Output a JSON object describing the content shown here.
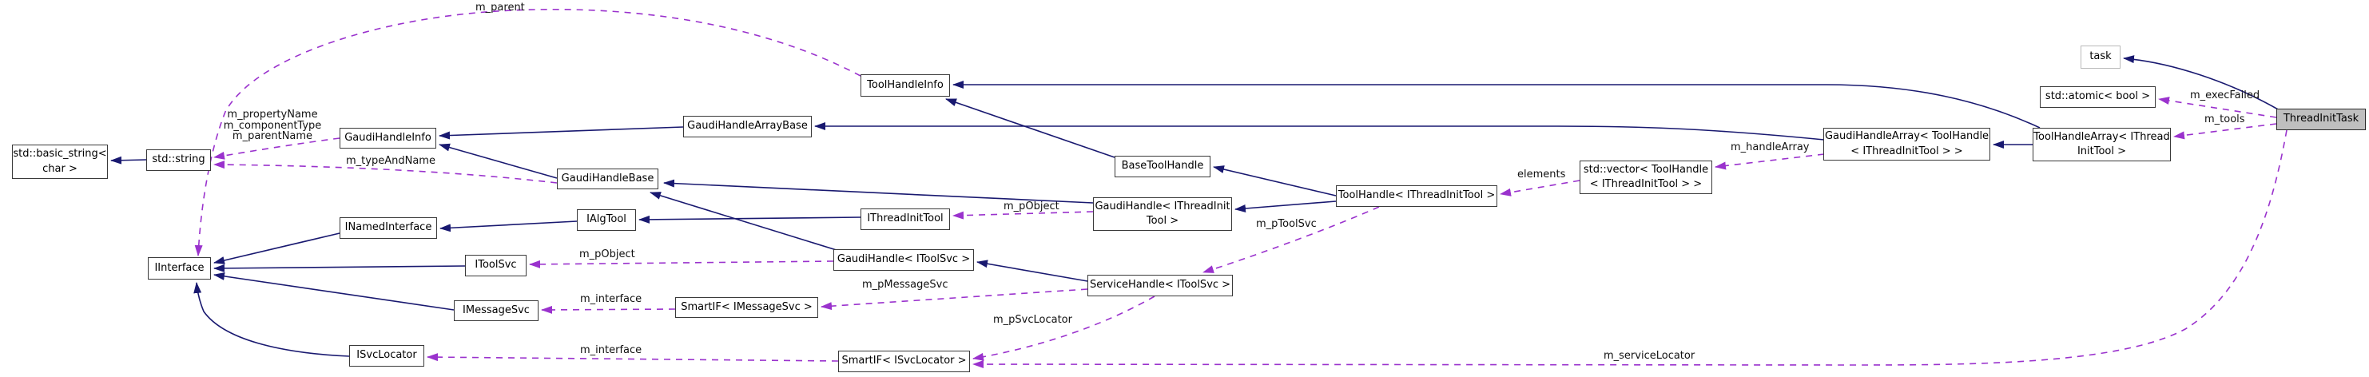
{
  "diagram": {
    "kind": "doxygen-collaboration-graph",
    "root_class": "ThreadInitTask",
    "colors": {
      "inheritance_edge": "#191970",
      "usage_edge": "#9a32cd",
      "node_border": "#3a3a3a",
      "root_fill": "#bfbfbf",
      "external_border": "#b9b9b9",
      "background": "#ffffff"
    },
    "nodes": [
      {
        "id": "std-basic-string",
        "label": "std::basic_string<\nchar >"
      },
      {
        "id": "std-string",
        "label": "std::string"
      },
      {
        "id": "gaudi-handle-info",
        "label": "GaudiHandleInfo"
      },
      {
        "id": "gaudi-handle-base",
        "label": "GaudiHandleBase"
      },
      {
        "id": "gaudi-handle-array-base",
        "label": "GaudiHandleArrayBase"
      },
      {
        "id": "tool-handle-info",
        "label": "ToolHandleInfo"
      },
      {
        "id": "base-tool-handle",
        "label": "BaseToolHandle"
      },
      {
        "id": "gaudi-handle-ithreadinittool",
        "label": "GaudiHandle< IThreadInit\nTool >"
      },
      {
        "id": "ithreadinittool",
        "label": "IThreadInitTool"
      },
      {
        "id": "iinterface",
        "label": "IInterface"
      },
      {
        "id": "inamedinterface",
        "label": "INamedInterface"
      },
      {
        "id": "ialgtool",
        "label": "IAlgTool"
      },
      {
        "id": "itoolsvc",
        "label": "IToolSvc"
      },
      {
        "id": "gaudi-handle-itoolsvc",
        "label": "GaudiHandle< IToolSvc >"
      },
      {
        "id": "imessagesvc",
        "label": "IMessageSvc"
      },
      {
        "id": "smartif-imessagesvc",
        "label": "SmartIF< IMessageSvc >"
      },
      {
        "id": "isvclocator",
        "label": "ISvcLocator"
      },
      {
        "id": "smartif-isvclocator",
        "label": "SmartIF< ISvcLocator >"
      },
      {
        "id": "servicehandle-itoolsvc",
        "label": "ServiceHandle< IToolSvc >"
      },
      {
        "id": "toolhandle-ithreadinittool",
        "label": "ToolHandle< IThreadInitTool >"
      },
      {
        "id": "std-vector-toolhandle",
        "label": "std::vector< ToolHandle\n< IThreadInitTool > >"
      },
      {
        "id": "gaudihandlearray-toolhandle",
        "label": "GaudiHandleArray< ToolHandle\n< IThreadInitTool > >"
      },
      {
        "id": "toolhandlearray-ithreadinittool",
        "label": "ToolHandleArray< IThread\nInitTool >"
      },
      {
        "id": "task",
        "label": "task"
      },
      {
        "id": "std-atomic-bool",
        "label": "std::atomic< bool >"
      },
      {
        "id": "threadinittask",
        "label": "ThreadInitTask"
      }
    ],
    "edge_labels": [
      {
        "text": "m_parent"
      },
      {
        "text": "m_propertyName\nm_componentType\nm_parentName"
      },
      {
        "text": "m_typeAndName"
      },
      {
        "text": "m_pObject"
      },
      {
        "text": "m_pObject"
      },
      {
        "text": "m_pMessageSvc"
      },
      {
        "text": "m_interface"
      },
      {
        "text": "m_interface"
      },
      {
        "text": "m_pSvcLocator"
      },
      {
        "text": "m_pToolSvc"
      },
      {
        "text": "elements"
      },
      {
        "text": "m_handleArray"
      },
      {
        "text": "m_execFailed"
      },
      {
        "text": "m_tools"
      },
      {
        "text": "m_serviceLocator"
      }
    ],
    "edges": [
      {
        "from": "std::string",
        "to": "std::basic_string< char >",
        "type": "inheritance"
      },
      {
        "from": "GaudiHandleBase",
        "to": "GaudiHandleInfo",
        "type": "inheritance"
      },
      {
        "from": "GaudiHandleArrayBase",
        "to": "GaudiHandleInfo",
        "type": "inheritance"
      },
      {
        "from": "GaudiHandleArray< ToolHandle< IThreadInitTool > >",
        "to": "GaudiHandleArrayBase",
        "type": "inheritance"
      },
      {
        "from": "ToolHandleArray< IThreadInitTool >",
        "to": "GaudiHandleArray< ToolHandle< IThreadInitTool > >",
        "type": "inheritance"
      },
      {
        "from": "ToolHandleArray< IThreadInitTool >",
        "to": "ToolHandleInfo",
        "type": "inheritance"
      },
      {
        "from": "BaseToolHandle",
        "to": "ToolHandleInfo",
        "type": "inheritance"
      },
      {
        "from": "ToolHandle< IThreadInitTool >",
        "to": "BaseToolHandle",
        "type": "inheritance"
      },
      {
        "from": "ToolHandle< IThreadInitTool >",
        "to": "GaudiHandle< IThreadInitTool >",
        "type": "inheritance"
      },
      {
        "from": "GaudiHandle< IThreadInitTool >",
        "to": "GaudiHandleBase",
        "type": "inheritance"
      },
      {
        "from": "GaudiHandle< IToolSvc >",
        "to": "GaudiHandleBase",
        "type": "inheritance"
      },
      {
        "from": "ServiceHandle< IToolSvc >",
        "to": "GaudiHandle< IToolSvc >",
        "type": "inheritance"
      },
      {
        "from": "IThreadInitTool",
        "to": "IAlgTool",
        "type": "inheritance"
      },
      {
        "from": "IAlgTool",
        "to": "INamedInterface",
        "type": "inheritance"
      },
      {
        "from": "INamedInterface",
        "to": "IInterface",
        "type": "inheritance"
      },
      {
        "from": "IToolSvc",
        "to": "IInterface",
        "type": "inheritance"
      },
      {
        "from": "IMessageSvc",
        "to": "IInterface",
        "type": "inheritance"
      },
      {
        "from": "ISvcLocator",
        "to": "IInterface",
        "type": "inheritance"
      },
      {
        "from": "ThreadInitTask",
        "to": "task",
        "type": "inheritance"
      },
      {
        "from": "ToolHandleInfo",
        "to": "IInterface",
        "type": "usage",
        "label": "m_parent"
      },
      {
        "from": "GaudiHandleInfo",
        "to": "std::string",
        "type": "usage",
        "label": "m_propertyName m_componentType m_parentName"
      },
      {
        "from": "GaudiHandleBase",
        "to": "std::string",
        "type": "usage",
        "label": "m_typeAndName"
      },
      {
        "from": "GaudiHandle< IThreadInitTool >",
        "to": "IThreadInitTool",
        "type": "usage",
        "label": "m_pObject"
      },
      {
        "from": "GaudiHandle< IToolSvc >",
        "to": "IToolSvc",
        "type": "usage",
        "label": "m_pObject"
      },
      {
        "from": "ServiceHandle< IToolSvc >",
        "to": "SmartIF< IMessageSvc >",
        "type": "usage",
        "label": "m_pMessageSvc"
      },
      {
        "from": "SmartIF< IMessageSvc >",
        "to": "IMessageSvc",
        "type": "usage",
        "label": "m_interface"
      },
      {
        "from": "SmartIF< ISvcLocator >",
        "to": "ISvcLocator",
        "type": "usage",
        "label": "m_interface"
      },
      {
        "from": "ServiceHandle< IToolSvc >",
        "to": "SmartIF< ISvcLocator >",
        "type": "usage",
        "label": "m_pSvcLocator"
      },
      {
        "from": "ToolHandle< IThreadInitTool >",
        "to": "ServiceHandle< IToolSvc >",
        "type": "usage",
        "label": "m_pToolSvc"
      },
      {
        "from": "std::vector< ToolHandle< IThreadInitTool > >",
        "to": "ToolHandle< IThreadInitTool >",
        "type": "usage",
        "label": "elements"
      },
      {
        "from": "GaudiHandleArray< ToolHandle< IThreadInitTool > >",
        "to": "std::vector< ToolHandle< IThreadInitTool > >",
        "type": "usage",
        "label": "m_handleArray"
      },
      {
        "from": "ThreadInitTask",
        "to": "std::atomic< bool >",
        "type": "usage",
        "label": "m_execFailed"
      },
      {
        "from": "ThreadInitTask",
        "to": "ToolHandleArray< IThreadInitTool >",
        "type": "usage",
        "label": "m_tools"
      },
      {
        "from": "ThreadInitTask",
        "to": "SmartIF< ISvcLocator >",
        "type": "usage",
        "label": "m_serviceLocator"
      }
    ]
  }
}
